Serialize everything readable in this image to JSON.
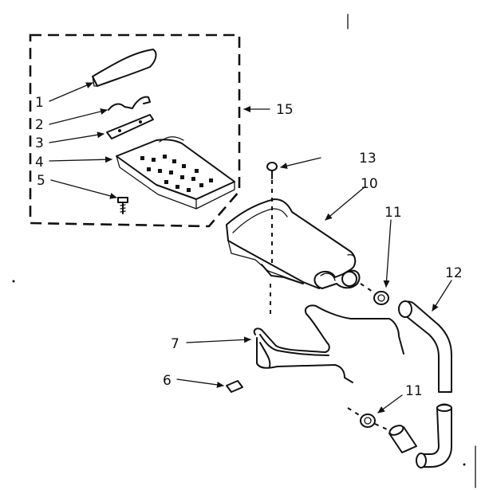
{
  "diagram": {
    "callouts": [
      {
        "id": "1",
        "text": "1"
      },
      {
        "id": "2",
        "text": "2"
      },
      {
        "id": "3",
        "text": "3"
      },
      {
        "id": "4",
        "text": "4"
      },
      {
        "id": "5",
        "text": "5"
      },
      {
        "id": "6",
        "text": "6"
      },
      {
        "id": "7",
        "text": "7"
      },
      {
        "id": "10",
        "text": "10"
      },
      {
        "id": "11a",
        "text": "11"
      },
      {
        "id": "11b",
        "text": "11"
      },
      {
        "id": "12",
        "text": "12"
      },
      {
        "id": "13",
        "text": "13"
      },
      {
        "id": "15",
        "text": "15"
      }
    ]
  }
}
